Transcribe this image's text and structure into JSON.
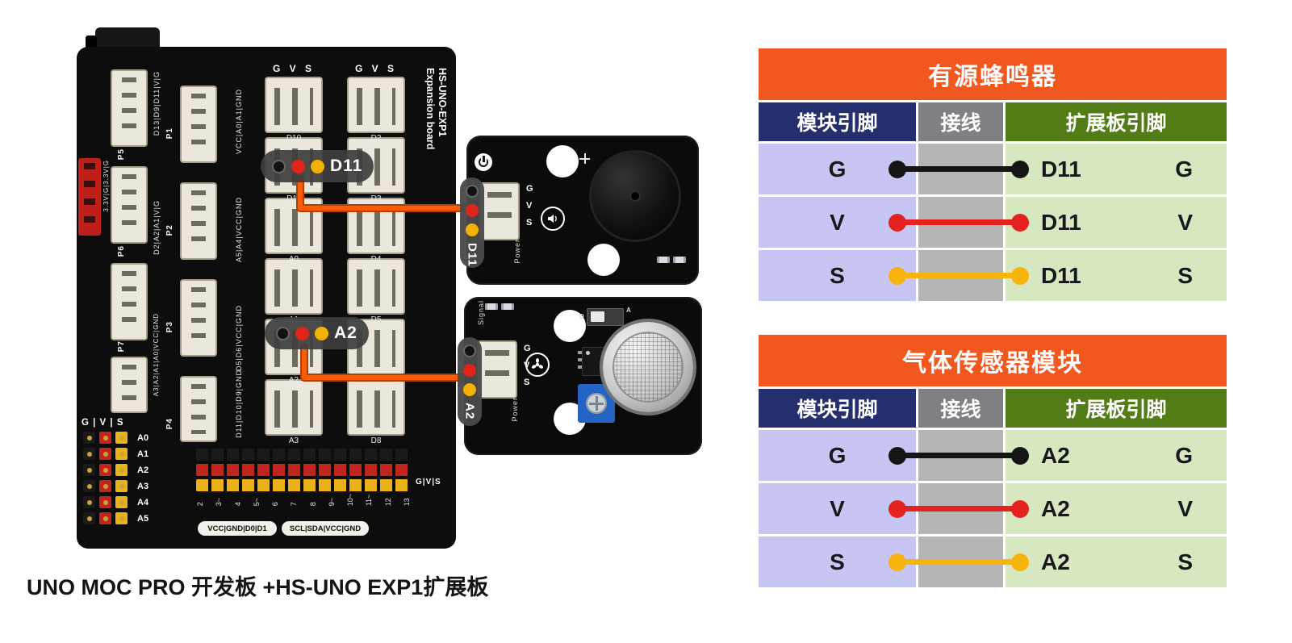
{
  "caption": "UNO MOC PRO 开发板 +HS-UNO EXP1扩展板",
  "board": {
    "name_line1": "HS-UNO-EXP1",
    "name_line2": "Expansion board",
    "gvs_col_a": "G V S",
    "gvs_col_b": "G V S",
    "mid_labels": [
      "D10",
      "D11",
      "A0",
      "A1",
      "A2",
      "A3"
    ],
    "right_labels": [
      "D2",
      "D3",
      "D4",
      "D5",
      "D6",
      "D8"
    ],
    "port_labels": [
      "P1",
      "P2",
      "P3",
      "P4",
      "P5",
      "P6",
      "P7"
    ],
    "pin_strips": [
      "D13|D9|D11|V|G",
      "D2|A2|A1|V|G",
      "A3|A2|A1|A0|VCC|GND",
      "VCC|A0|A1|GND",
      "A5|A4|VCC|GND",
      "D5|D6|VCC|GND",
      "D11|D10|D9|GND",
      "3.3V|G|3.3V|G"
    ],
    "gvs_bottom_left": "G | V | S",
    "gvs_bottom_right": "G|V|S",
    "analog_labels": [
      "A0",
      "A1",
      "A2",
      "A3",
      "A4",
      "A5"
    ],
    "digital_pins": [
      "2",
      "3~",
      "4",
      "5~",
      "6",
      "7",
      "8",
      "9~",
      "10~",
      "11~",
      "12",
      "13"
    ],
    "bottom_tags": [
      "VCC|GND|D0|D1",
      "SCL|SDA|VCC|GND"
    ],
    "callout_d11": "D11",
    "callout_a2": "A2"
  },
  "buzzer_module": {
    "pin_g": "G",
    "pin_v": "V",
    "pin_s": "S",
    "power_label": "Power",
    "pill_label": "D11"
  },
  "gas_module": {
    "pin_g": "G",
    "pin_v": "V",
    "pin_s": "S",
    "signal_label": "Signal",
    "power_label": "Power",
    "pill_label": "A2",
    "switch_d": "D",
    "switch_a": "A"
  },
  "tables": [
    {
      "title": "有源蜂鸣器",
      "headers": [
        "模块引脚",
        "接线",
        "扩展板引脚"
      ],
      "rows": [
        {
          "module_pin": "G",
          "wire_color": "#151515",
          "board_pin": "D11",
          "board_pin_type": "G"
        },
        {
          "module_pin": "V",
          "wire_color": "#e42320",
          "board_pin": "D11",
          "board_pin_type": "V"
        },
        {
          "module_pin": "S",
          "wire_color": "#f6b40d",
          "board_pin": "D11",
          "board_pin_type": "S"
        }
      ]
    },
    {
      "title": "气体传感器模块",
      "headers": [
        "模块引脚",
        "接线",
        "扩展板引脚"
      ],
      "rows": [
        {
          "module_pin": "G",
          "wire_color": "#151515",
          "board_pin": "A2",
          "board_pin_type": "G"
        },
        {
          "module_pin": "V",
          "wire_color": "#e42320",
          "board_pin": "A2",
          "board_pin_type": "V"
        },
        {
          "module_pin": "S",
          "wire_color": "#f6b40d",
          "board_pin": "A2",
          "board_pin_type": "S"
        }
      ]
    }
  ],
  "colors": {
    "accent_orange": "#f2571e",
    "header_navy": "#252f6d",
    "header_gray": "#7f8084",
    "header_green": "#527c15",
    "cell_purple": "#c7c5f1",
    "cell_gray": "#b5b5b5",
    "cell_green": "#d7e8c0",
    "wire_orange": "#fb5d07",
    "wire_black": "#151515",
    "wire_red": "#e42320",
    "wire_yellow": "#f6b40d"
  }
}
